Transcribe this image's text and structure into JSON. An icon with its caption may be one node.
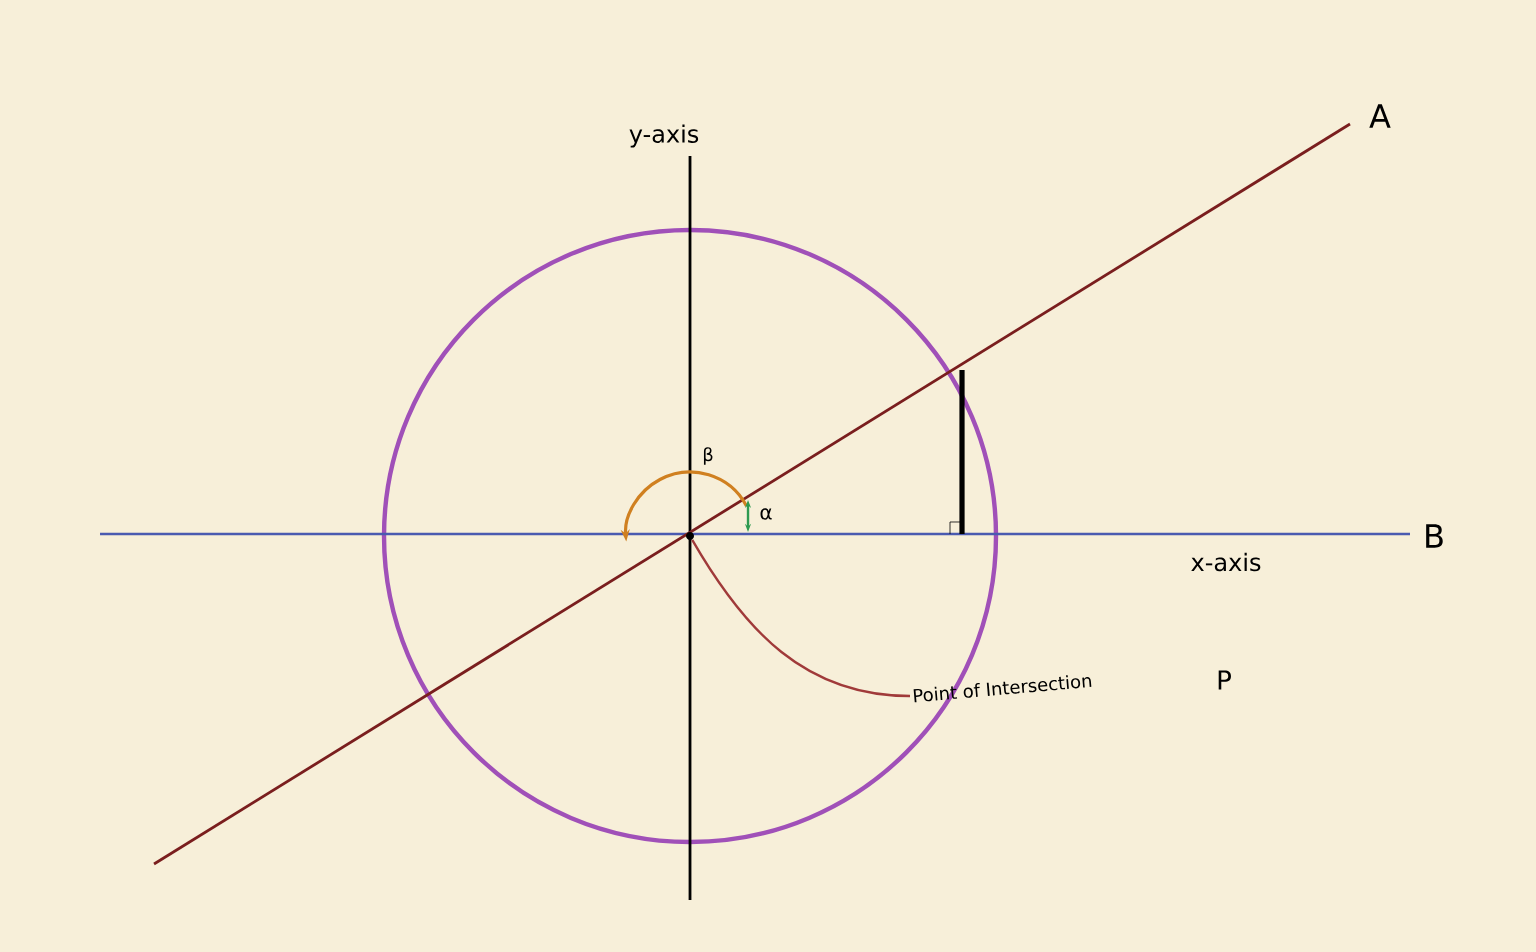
{
  "diagram": {
    "nodes": [
      {
        "text": [
          "Point of Intersection"
        ]
      },
      {
        "text": [],
        "shape": "circle"
      }
    ],
    "edges": [
      {
        "from": 0,
        "to": 1,
        "arrow": "none"
      }
    ],
    "labels": [
      "A",
      "y-axis",
      "β",
      "α",
      "B",
      "x-axis",
      "P"
    ]
  }
}
